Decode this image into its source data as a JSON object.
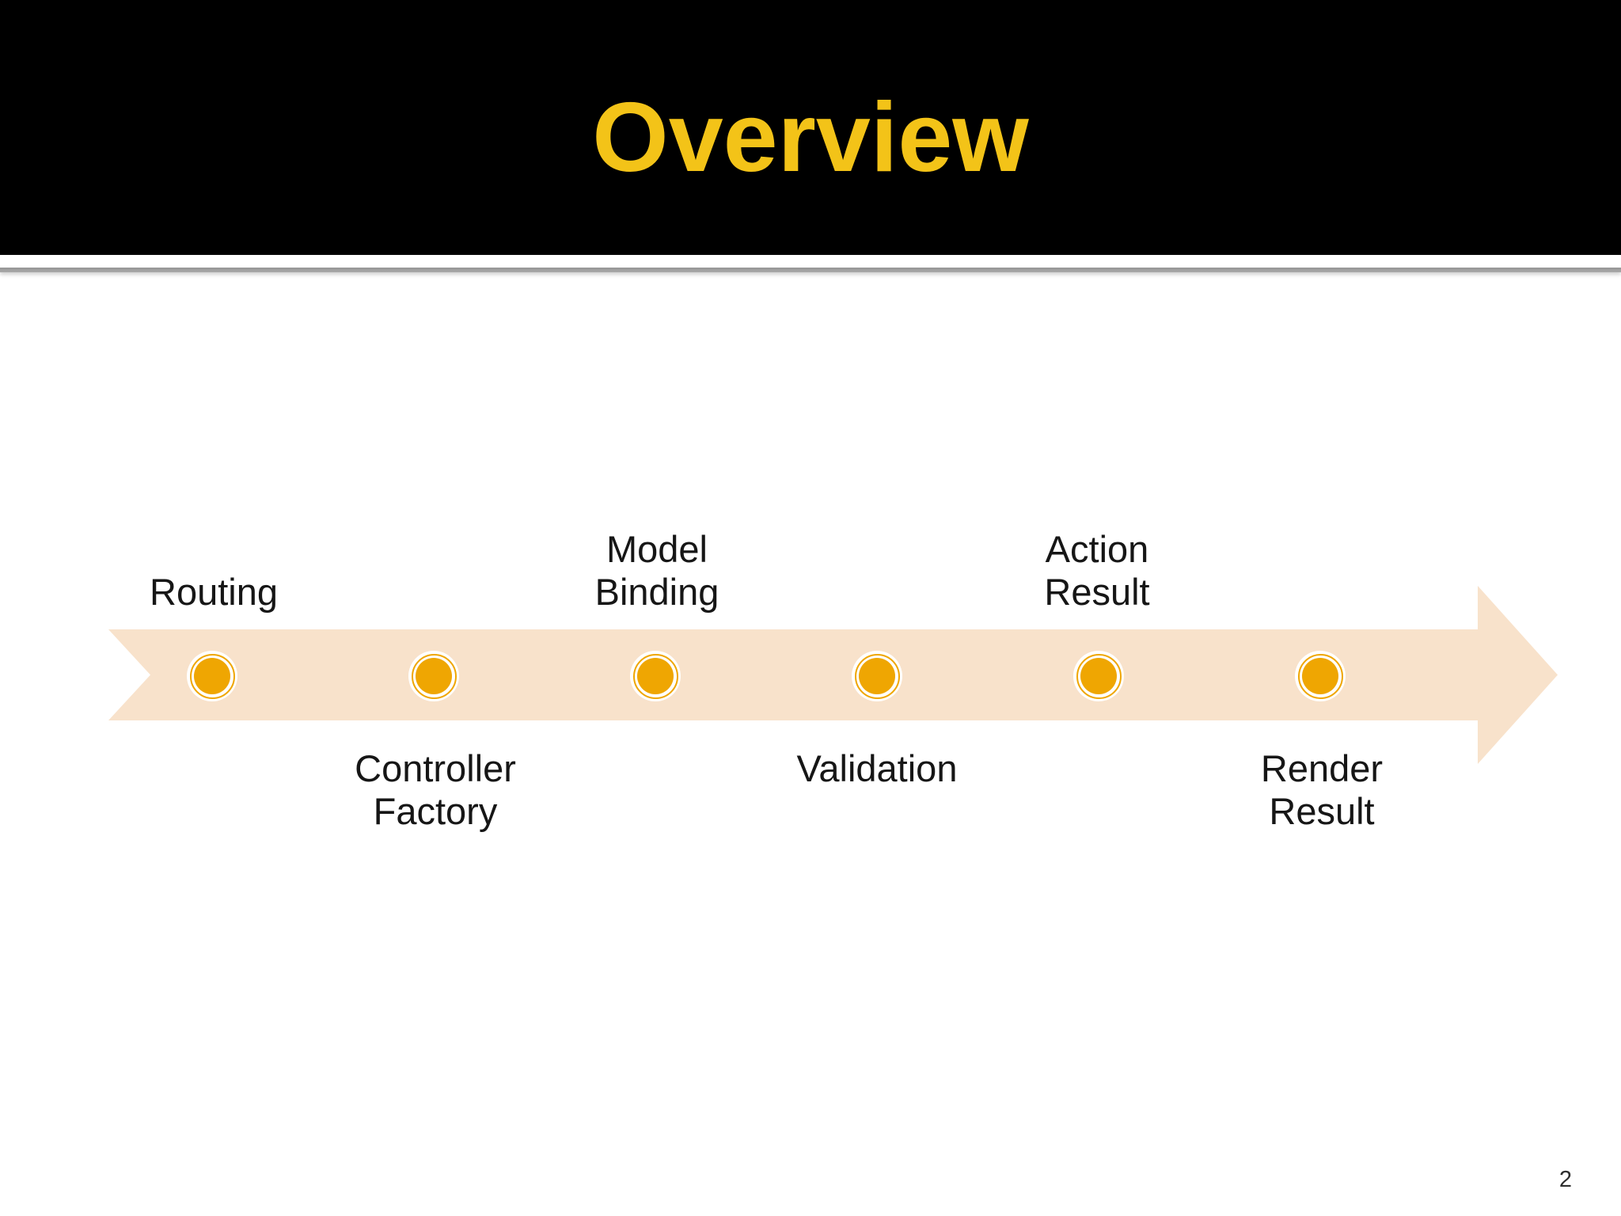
{
  "header": {
    "title": "Overview"
  },
  "footer": {
    "page_number": "2"
  },
  "timeline": {
    "steps": [
      {
        "name": "routing",
        "lines": [
          "Routing"
        ],
        "label_position": "above"
      },
      {
        "name": "controller-factory",
        "lines": [
          "Controller",
          "Factory"
        ],
        "label_position": "below"
      },
      {
        "name": "model-binding",
        "lines": [
          "Model",
          "Binding"
        ],
        "label_position": "above"
      },
      {
        "name": "validation",
        "lines": [
          "Validation"
        ],
        "label_position": "below"
      },
      {
        "name": "action-result",
        "lines": [
          "Action",
          "Result"
        ],
        "label_position": "above"
      },
      {
        "name": "render-result",
        "lines": [
          "Render",
          "Result"
        ],
        "label_position": "below"
      }
    ]
  },
  "colors": {
    "title_yellow": "#F3C318",
    "arrow_fill": "#F8E2CB",
    "marker_orange": "#EFA602",
    "banner_black": "#000000",
    "divider_gray": "#9E9E9E"
  }
}
